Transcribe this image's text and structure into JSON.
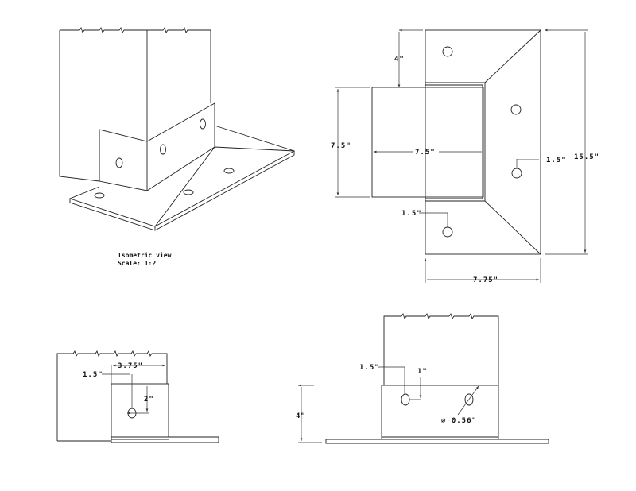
{
  "isometric": {
    "caption": "Isometric view",
    "scale": "Scale:  1:2"
  },
  "plan_view": {
    "offset_top": "4\"",
    "post_depth": "7.5\"",
    "post_width": "7.5\"",
    "hole_edge_right": "1.5\"",
    "overall_length": "15.5\"",
    "hole_edge_left": "1.5\"",
    "overall_width": "7.75\""
  },
  "side_view": {
    "width": "3.75\"",
    "hole_offset": "1.5\"",
    "hole_height": "2\""
  },
  "front_view": {
    "hole_offset": "1.5\"",
    "hole_drop": "1\"",
    "height": "4\"",
    "hole_diameter": "∅ 0.56\""
  }
}
